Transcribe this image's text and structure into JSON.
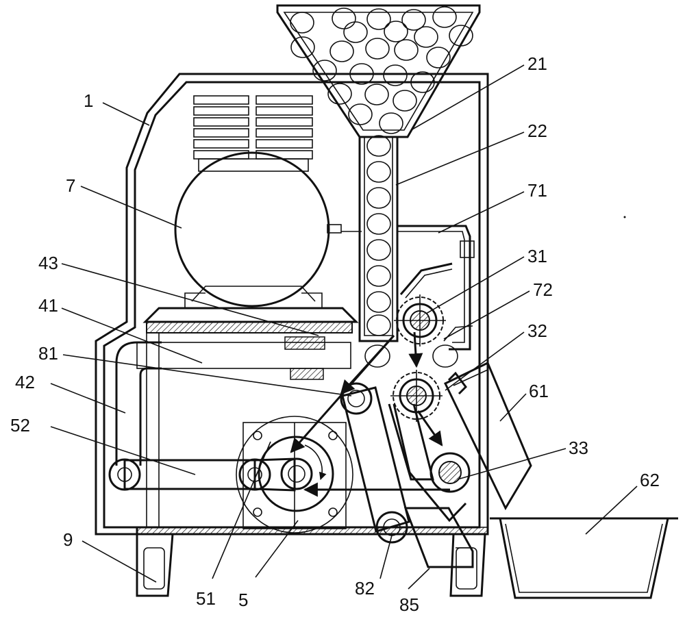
{
  "labels": {
    "l1": "1",
    "l7": "7",
    "l43": "43",
    "l41": "41",
    "l81": "81",
    "l42": "42",
    "l52": "52",
    "l9": "9",
    "l51": "51",
    "l5": "5",
    "l82": "82",
    "l85": "85",
    "l21": "21",
    "l22": "22",
    "l71": "71",
    "l31": "31",
    "l72": "72",
    "l32": "32",
    "l61": "61",
    "l33": "33",
    "l62": "62"
  }
}
